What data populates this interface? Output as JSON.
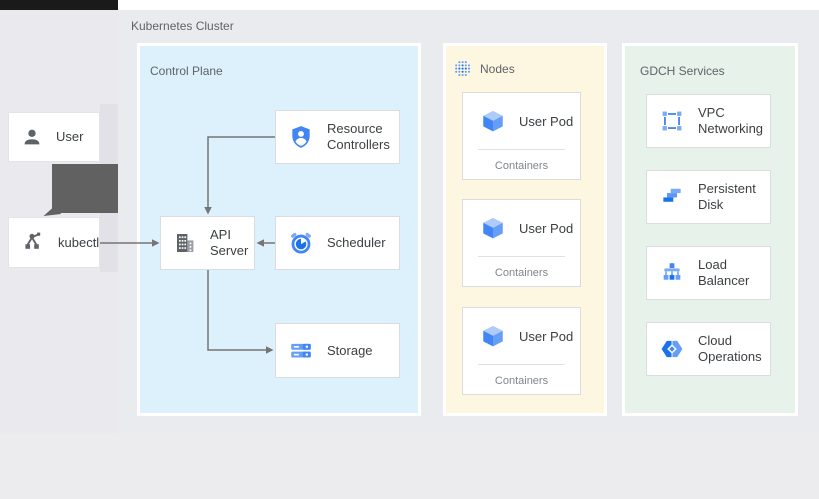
{
  "cluster": {
    "label": "Kubernetes Cluster"
  },
  "actors": {
    "user": {
      "label": "User"
    },
    "kubectl": {
      "label": "kubectl"
    }
  },
  "control_plane": {
    "label": "Control Plane",
    "bg": "#ddf1fc",
    "boxes": {
      "resource_controllers": {
        "label": "Resource Controllers"
      },
      "api_server": {
        "label": "API Server"
      },
      "scheduler": {
        "label": "Scheduler"
      },
      "storage": {
        "label": "Storage"
      }
    }
  },
  "nodes_panel": {
    "label": "Nodes",
    "bg": "#fdf7e2",
    "pods": [
      {
        "label": "User Pod",
        "sublabel": "Containers"
      },
      {
        "label": "User Pod",
        "sublabel": "Containers"
      },
      {
        "label": "User Pod",
        "sublabel": "Containers"
      }
    ]
  },
  "gdch_panel": {
    "label": "GDCH Services",
    "bg": "#e6f2ea",
    "services": [
      {
        "label": "VPC Networking"
      },
      {
        "label": "Persistent Disk"
      },
      {
        "label": "Load Balancer"
      },
      {
        "label": "Cloud Operations"
      }
    ]
  },
  "icons": {
    "user": "person-silhouette",
    "kubectl": "node-graph-figure",
    "resource_controllers": "shield-with-user",
    "api_server": "building-windows",
    "scheduler": "alarm-clock",
    "storage": "server-stack",
    "nodes_header": "blue-dot-grid",
    "user_pod": "blue-3d-cube",
    "vpc_networking": "square-with-corner-nodes",
    "persistent_disk": "stepped-bars",
    "load_balancer": "distribution-tree",
    "cloud_operations": "hexagon-diamond"
  },
  "colors": {
    "accent_blue": "#4285f4",
    "dark_blue": "#1a73e8",
    "light_blue": "#7baaf7",
    "control_plane_bg": "#ddf1fc",
    "nodes_bg": "#fdf7e2",
    "gdch_bg": "#e6f2ea",
    "connector_gray": "#757575",
    "dark_annotation_arrow": "#616161"
  }
}
